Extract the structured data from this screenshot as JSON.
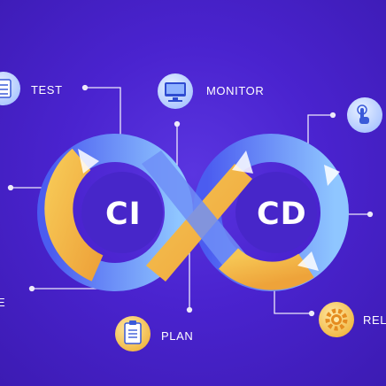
{
  "diagram": {
    "core_left": "CI",
    "core_right": "CD",
    "stages": [
      {
        "label": "TEST",
        "icon": "checklist-icon"
      },
      {
        "label": "MONITOR",
        "icon": "monitor-icon"
      },
      {
        "label": "PLAN",
        "icon": "clipboard-icon"
      },
      {
        "label": "REL",
        "icon": "gear-icon"
      },
      {
        "label": "",
        "icon": "touch-icon"
      },
      {
        "label": "E",
        "icon": ""
      }
    ]
  },
  "colors": {
    "background": "#4a23cf",
    "loop_blue": "#5d6cf3",
    "loop_yellow": "#f3b54a",
    "icon_bg": "#cfe0ff",
    "icon_bg_yellow": "#ffe08a",
    "connector": "#ffffff"
  }
}
